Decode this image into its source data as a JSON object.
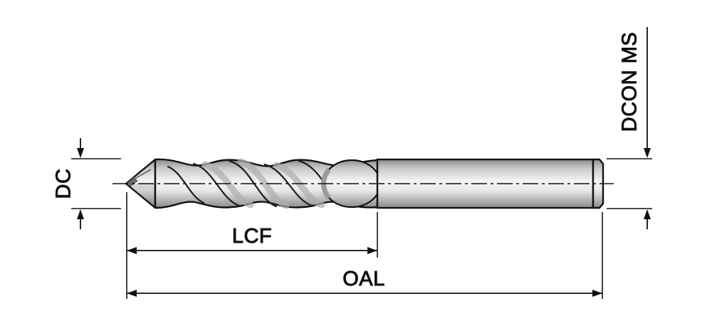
{
  "diagram": {
    "name": "twist-drill-dimension-drawing",
    "labels": {
      "dc": "DC",
      "lcf": "LCF",
      "oal": "OAL",
      "dcon": "DCON MS"
    },
    "colors": {
      "background": "#ffffff",
      "line": "#111111",
      "steel_dark": "#8a8a8a",
      "steel_mid": "#c9c9c9",
      "steel_light": "#f4f4f4"
    }
  }
}
